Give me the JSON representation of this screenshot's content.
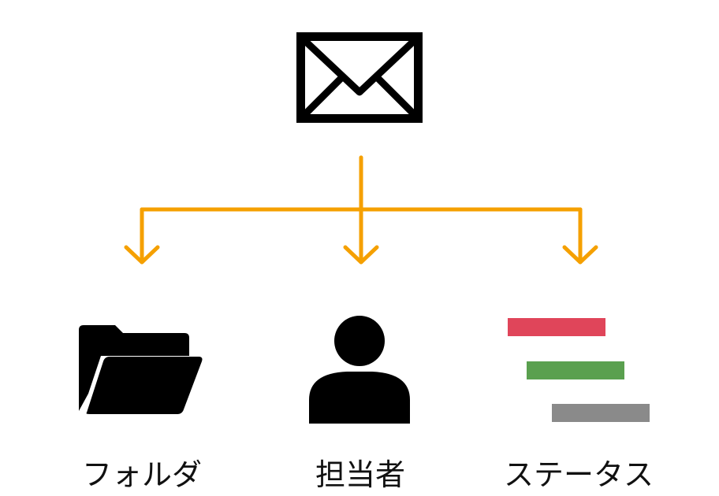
{
  "source": {
    "icon": "mail-envelope-icon"
  },
  "connector_color": "#F5A000",
  "targets": [
    {
      "icon": "folder-icon",
      "label": "フォルダ"
    },
    {
      "icon": "person-icon",
      "label": "担当者"
    },
    {
      "icon": "status-bars-icon",
      "label": "ステータス"
    }
  ],
  "status_colors": [
    "#E0455A",
    "#5AA04F",
    "#8A8A8A"
  ]
}
